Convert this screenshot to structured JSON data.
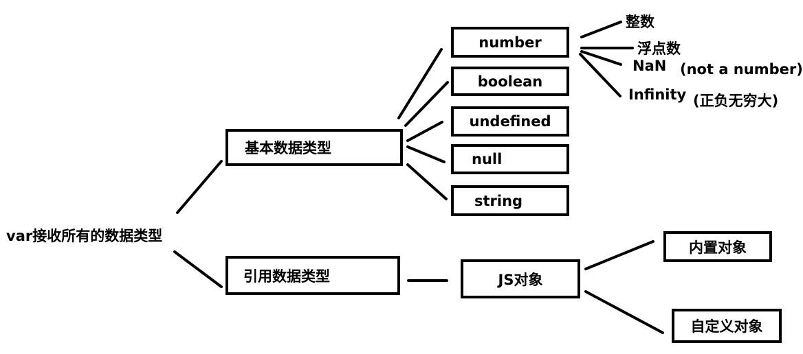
{
  "root": {
    "label": "var接收所有的数据类型"
  },
  "primitive": {
    "label": "基本数据类型",
    "types": [
      {
        "id": "number",
        "label": "number"
      },
      {
        "id": "boolean",
        "label": "boolean"
      },
      {
        "id": "undefined",
        "label": "undefined"
      },
      {
        "id": "null",
        "label": "null"
      },
      {
        "id": "string",
        "label": "string"
      }
    ],
    "number_kinds": {
      "integer": "整数",
      "float": "浮点数",
      "nan": "NaN",
      "nan_note": "(not a number)",
      "infinity": "Infinity",
      "infinity_note": "(正负无穷大)"
    }
  },
  "reference": {
    "label": "引用数据类型",
    "js_object": "JS对象",
    "builtin_object": "内置对象",
    "custom_object": "自定义对象"
  }
}
